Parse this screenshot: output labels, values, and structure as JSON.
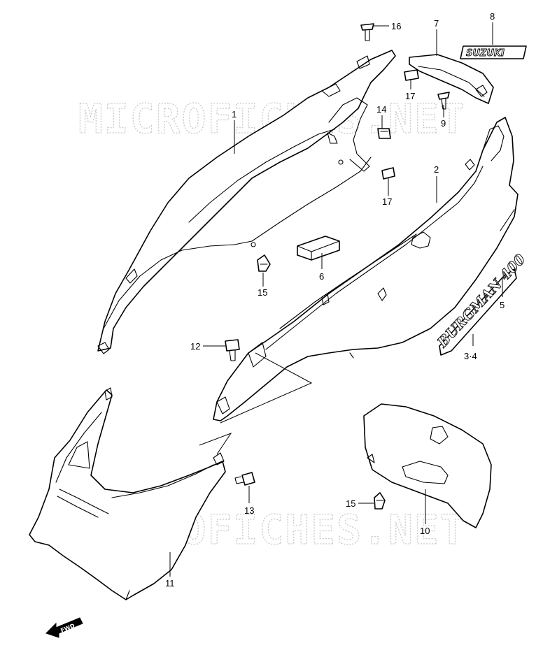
{
  "watermarks": [
    "MICROFICHES.NET",
    "MICROFICHES.NET"
  ],
  "badge_text": "SUZUKI",
  "emblem_text": "BURGMAN 400",
  "direction_label": "FWD",
  "callouts": [
    {
      "id": "c1",
      "label": "1"
    },
    {
      "id": "c2",
      "label": "2"
    },
    {
      "id": "c34",
      "label": "3·4"
    },
    {
      "id": "c5",
      "label": "5"
    },
    {
      "id": "c6",
      "label": "6"
    },
    {
      "id": "c7",
      "label": "7"
    },
    {
      "id": "c8",
      "label": "8"
    },
    {
      "id": "c9",
      "label": "9"
    },
    {
      "id": "c10",
      "label": "10"
    },
    {
      "id": "c11",
      "label": "11"
    },
    {
      "id": "c12",
      "label": "12"
    },
    {
      "id": "c13",
      "label": "13"
    },
    {
      "id": "c14",
      "label": "14"
    },
    {
      "id": "c15a",
      "label": "15"
    },
    {
      "id": "c15b",
      "label": "15"
    },
    {
      "id": "c16",
      "label": "16"
    },
    {
      "id": "c17a",
      "label": "17"
    },
    {
      "id": "c17b",
      "label": "17"
    }
  ]
}
